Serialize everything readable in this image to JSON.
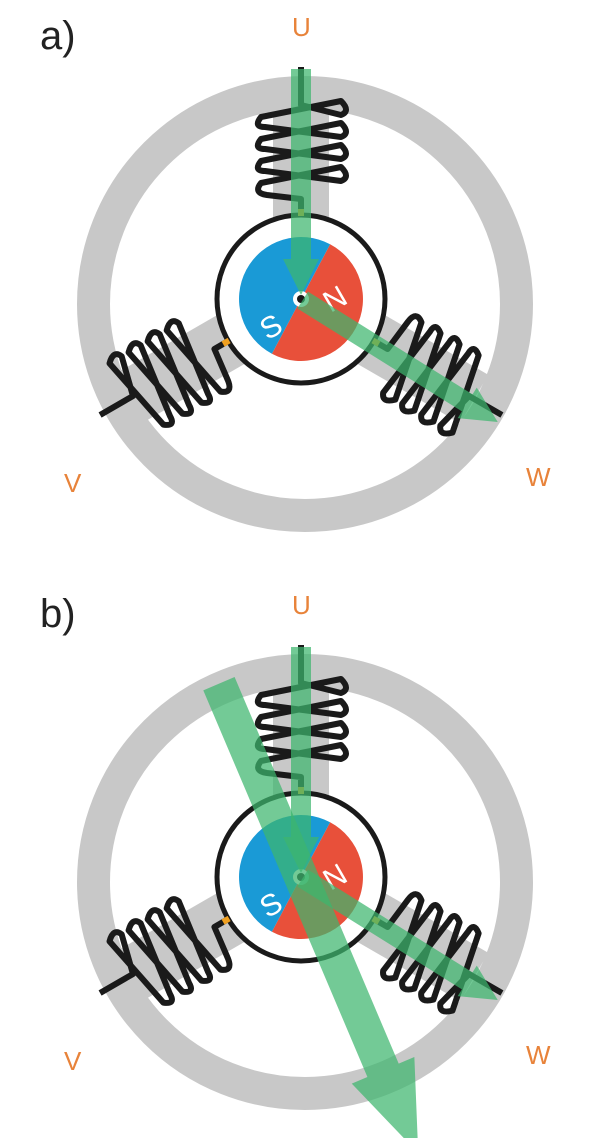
{
  "panels": [
    {
      "id": "a",
      "label": "a)",
      "phases": {
        "u": "U",
        "v": "V",
        "w": "W"
      },
      "poles": {
        "north": "N",
        "south": "S"
      },
      "field_vectors": [
        "U-phase field (downward)",
        "W-phase field (toward W)"
      ],
      "resultant_vector": false
    },
    {
      "id": "b",
      "label": "b)",
      "phases": {
        "u": "U",
        "v": "V",
        "w": "W"
      },
      "poles": {
        "north": "N",
        "south": "S"
      },
      "field_vectors": [
        "U-phase field (downward)",
        "W-phase field (toward W)"
      ],
      "resultant_vector": true
    }
  ],
  "colors": {
    "stator": "#c8c8c8",
    "winding": "#1a1a1a",
    "north": "#e8503a",
    "south": "#1a9ad6",
    "field_arrow": "#3db56e",
    "phase_label": "#e8833a",
    "connection_dot": "#f0a020"
  }
}
